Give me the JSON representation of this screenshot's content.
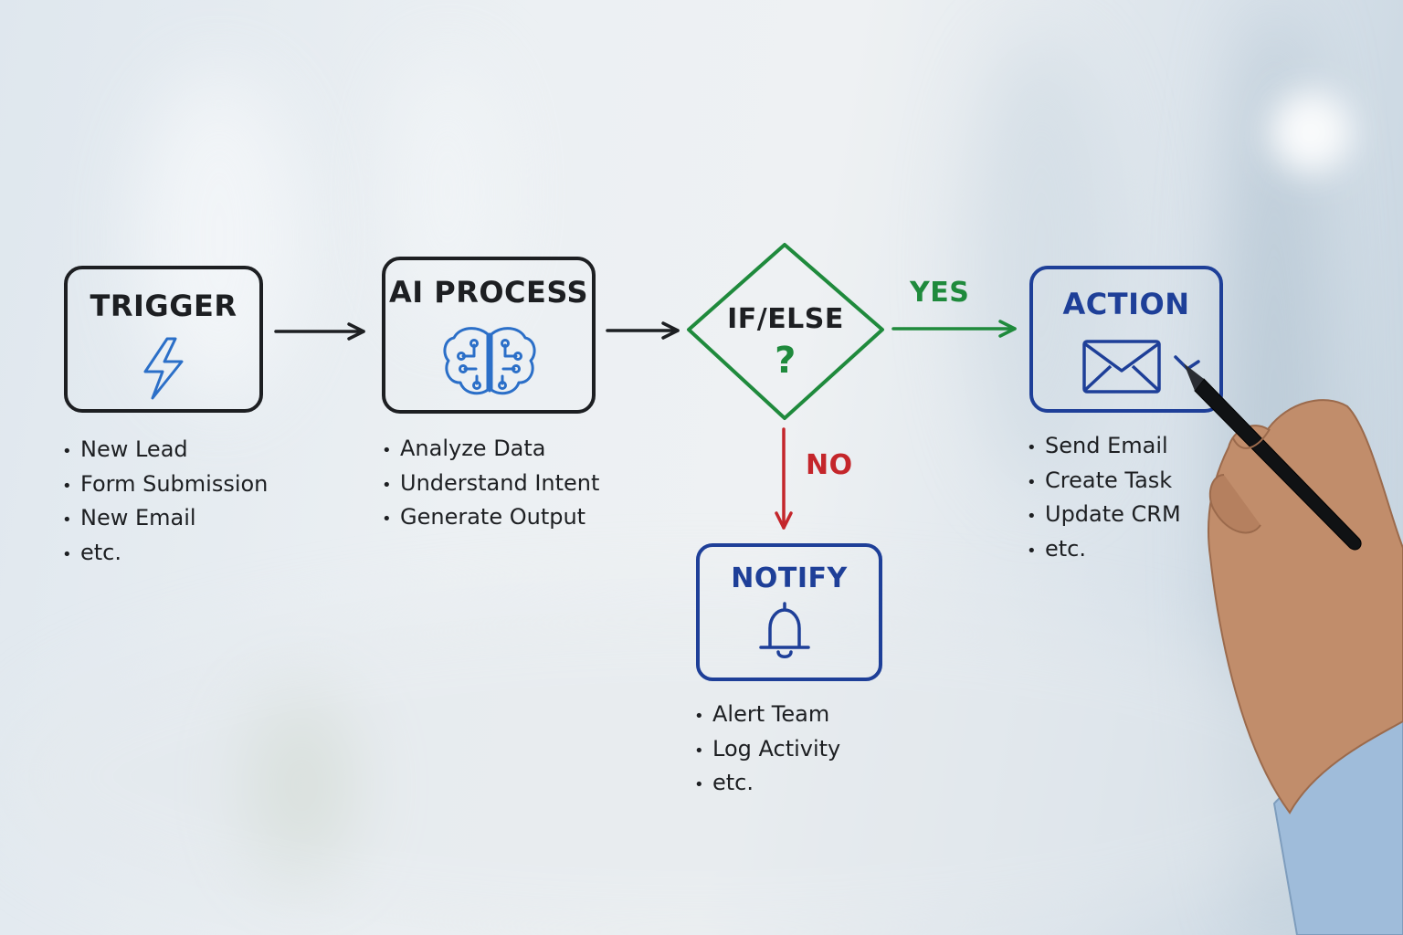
{
  "colors": {
    "dark": "#1d1f22",
    "green": "#1f8a3c",
    "red": "#c4262b",
    "blue": "#1e3f98",
    "icon_blue": "#2b6fc8"
  },
  "nodes": {
    "trigger": {
      "title": "TRIGGER",
      "icon": "lightning-bolt-icon",
      "items": [
        "New Lead",
        "Form Submission",
        "New Email",
        "etc."
      ]
    },
    "ai_process": {
      "title": "AI PROCESS",
      "icon": "brain-circuit-icon",
      "items": [
        "Analyze Data",
        "Understand Intent",
        "Generate Output"
      ]
    },
    "decision": {
      "title": "IF/ELSE",
      "symbol": "?"
    },
    "action": {
      "title": "ACTION",
      "icon": "envelope-icon",
      "items": [
        "Send Email",
        "Create Task",
        "Update CRM",
        "etc."
      ]
    },
    "notify": {
      "title": "NOTIFY",
      "icon": "bell-icon",
      "items": [
        "Alert Team",
        "Log Activity",
        "etc."
      ]
    }
  },
  "edges": {
    "yes_label": "YES",
    "no_label": "NO"
  },
  "scene": {
    "hand": "hand-holding-marker"
  }
}
